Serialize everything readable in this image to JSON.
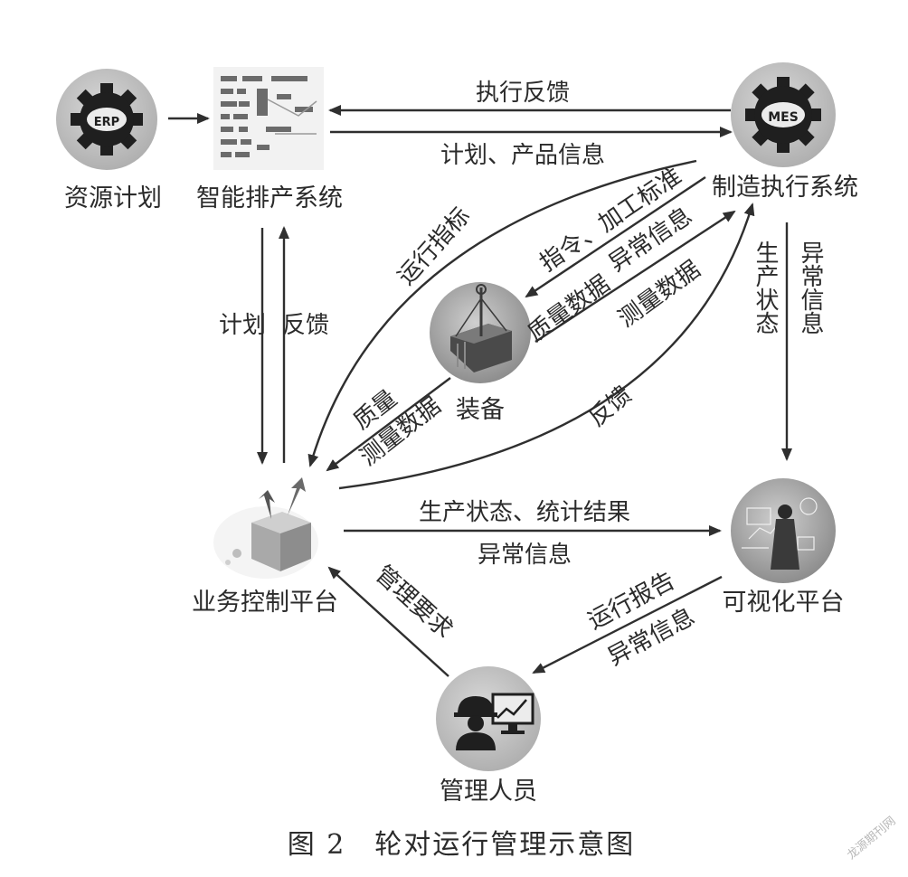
{
  "nodes": {
    "erp": {
      "label": "资源计划",
      "badge": "ERP"
    },
    "aps": {
      "label": "智能排产系统"
    },
    "mes": {
      "label": "制造执行系统",
      "badge": "MES"
    },
    "equipment": {
      "label": "装备"
    },
    "business": {
      "label": "业务控制平台"
    },
    "visual": {
      "label": "可视化平台"
    },
    "manager": {
      "label": "管理人员"
    }
  },
  "edges": {
    "exec_feedback": "执行反馈",
    "plan_product_info": "计划、产品信息",
    "plan": "计划",
    "feedback_up": "反馈",
    "run_index": "运行指标",
    "cmd_std": "指令、加工标准",
    "abnormal_info_1": "异常信息",
    "quality_data": "质量数据",
    "measure_data_1": "测量数据",
    "prod_status_v": "生产状态",
    "abnormal_info_v": "异常信息",
    "quality": "质量",
    "measure_data_2": "测量数据",
    "feedback_curve": "反馈",
    "status_stats": "生产状态、统计结果",
    "abnormal_info_2": "异常信息",
    "mgmt_req": "管理要求",
    "run_report": "运行报告",
    "abnormal_info_3": "异常信息"
  },
  "caption": "图 2　轮对运行管理示意图",
  "watermark": "龙源期刊网"
}
